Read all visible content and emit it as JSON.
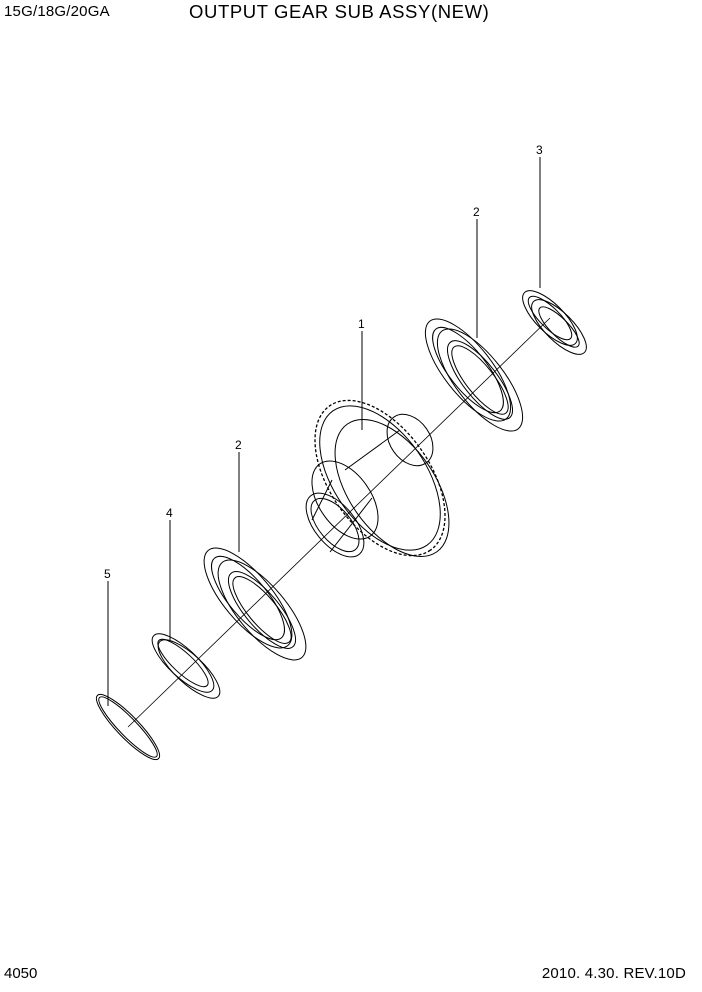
{
  "header": {
    "model": "15G/18G/20GA",
    "title": "OUTPUT GEAR SUB ASSY(NEW)"
  },
  "footer": {
    "page_number": "4050",
    "revision": "2010. 4.30.  REV.10D"
  },
  "callouts": [
    "1",
    "2",
    "3",
    "2",
    "4",
    "5"
  ],
  "colors": {
    "line": "#000000",
    "background": "#ffffff"
  }
}
